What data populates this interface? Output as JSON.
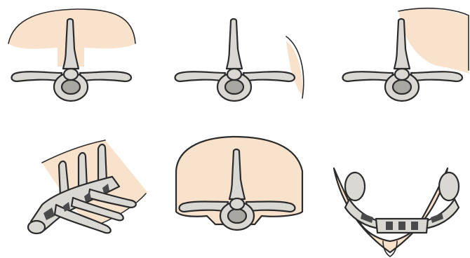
{
  "figure": {
    "panels": [
      {
        "id": "p1",
        "view": "axial",
        "soft_tissue": "posterior-top"
      },
      {
        "id": "p2",
        "view": "axial",
        "soft_tissue": "right-side"
      },
      {
        "id": "p3",
        "view": "axial",
        "soft_tissue": "top-right"
      },
      {
        "id": "p4",
        "view": "oblique-spine",
        "soft_tissue": "diagonal-band"
      },
      {
        "id": "p5",
        "view": "axial",
        "soft_tissue": "full-wrap"
      },
      {
        "id": "p6",
        "view": "pelvis-axial",
        "soft_tissue": "basin"
      }
    ]
  },
  "colors": {
    "bone": "#d9d8d3",
    "bone_shadow": "#a8a7a2",
    "bone_dark": "#4a4a4a",
    "soft_tissue": "#f8e2cc",
    "soft_tissue_edge": "#f3d2b1",
    "outline": "#2b2b2b"
  }
}
